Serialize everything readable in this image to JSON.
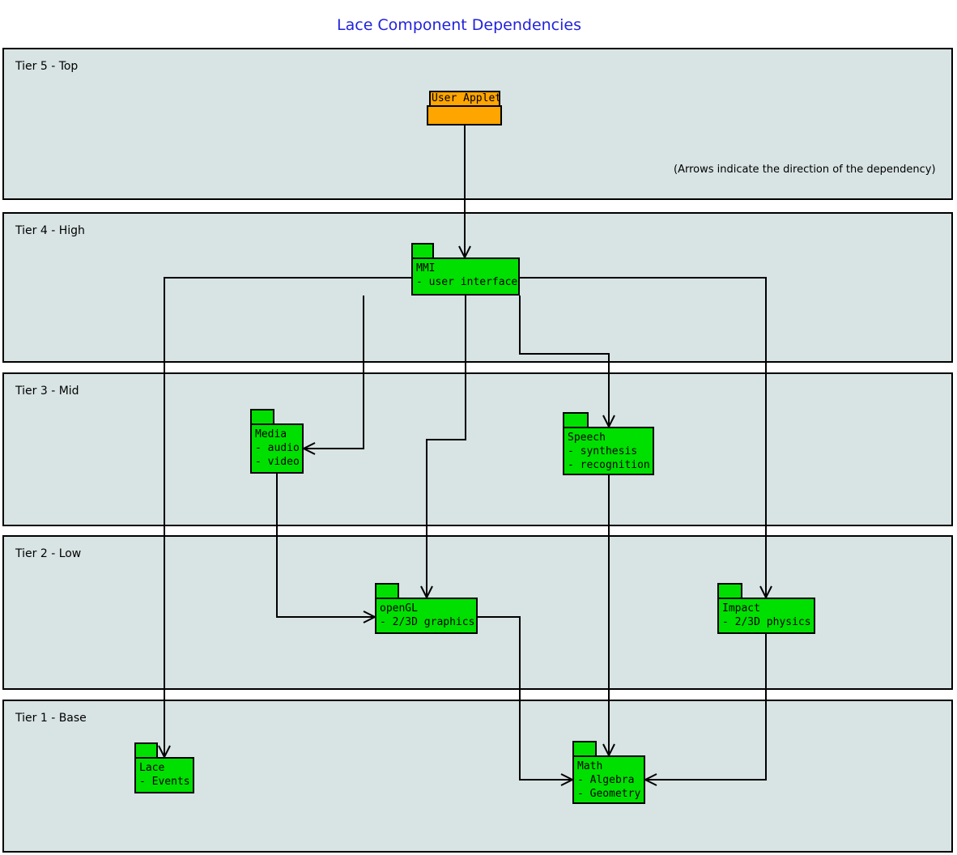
{
  "title": "Lace Component Dependencies",
  "note": "(Arrows indicate the direction of the dependency)",
  "colors": {
    "component_fill": "#00e000",
    "applet_fill": "#ffa500",
    "tier_fill": "#d8e3e3",
    "line": "#000000",
    "title_text": "#2222dd"
  },
  "tiers": [
    {
      "label": "Tier 5 - Top",
      "components": [
        "User Applet"
      ]
    },
    {
      "label": "Tier 4 - High",
      "components": [
        "MMI"
      ]
    },
    {
      "label": "Tier 3 - Mid",
      "components": [
        "Media",
        "Speech"
      ]
    },
    {
      "label": "Tier 2 - Low",
      "components": [
        "openGL",
        "Impact"
      ]
    },
    {
      "label": "Tier 1 - Base",
      "components": [
        "Lace",
        "Math"
      ]
    }
  ],
  "components": {
    "user_applet": {
      "name": "User Applet",
      "lines": []
    },
    "mmi": {
      "name": "MMI",
      "lines": [
        "- user interface"
      ]
    },
    "media": {
      "name": "Media",
      "lines": [
        "- audio",
        "- video"
      ]
    },
    "speech": {
      "name": "Speech",
      "lines": [
        "- synthesis",
        "- recognition"
      ]
    },
    "opengl": {
      "name": "openGL",
      "lines": [
        "- 2/3D graphics"
      ]
    },
    "impact": {
      "name": "Impact",
      "lines": [
        "- 2/3D physics"
      ]
    },
    "lace": {
      "name": "Lace",
      "lines": [
        "- Events"
      ]
    },
    "math": {
      "name": "Math",
      "lines": [
        "- Algebra",
        "- Geometry"
      ]
    }
  },
  "dependencies": [
    {
      "from": "User Applet",
      "to": "MMI"
    },
    {
      "from": "MMI",
      "to": "Lace"
    },
    {
      "from": "MMI",
      "to": "Media"
    },
    {
      "from": "MMI",
      "to": "openGL"
    },
    {
      "from": "MMI",
      "to": "Speech"
    },
    {
      "from": "MMI",
      "to": "Impact"
    },
    {
      "from": "Media",
      "to": "openGL"
    },
    {
      "from": "Speech",
      "to": "Math"
    },
    {
      "from": "openGL",
      "to": "Math"
    },
    {
      "from": "Impact",
      "to": "Math"
    }
  ]
}
